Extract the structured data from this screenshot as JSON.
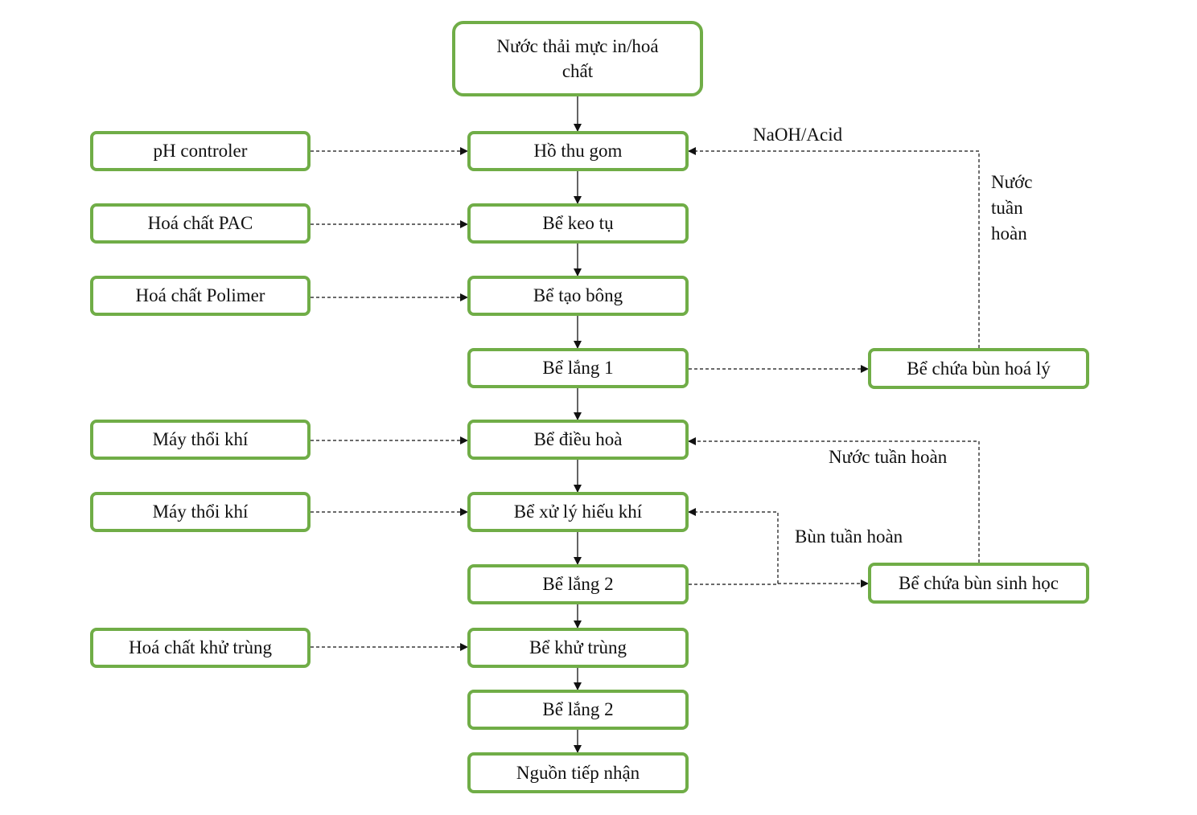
{
  "colors": {
    "box_border": "#70ad47",
    "line": "#111111"
  },
  "nodes": {
    "source": "Nước thải mực in/hoá chất",
    "collection_tank": "Hồ thu gom",
    "coagulation_tank": "Bể keo tụ",
    "flocculation_tank": "Bể tạo bông",
    "settling_tank_1": "Bể lắng 1",
    "equalization_tank": "Bể điều hoà",
    "aerobic_tank": "Bể xử lý hiếu khí",
    "settling_tank_2": "Bể lắng 2",
    "disinfection_tank": "Bể khử trùng",
    "settling_tank_2b": "Bể lắng 2",
    "receiving_source": "Nguồn tiếp nhận",
    "ph_controller": "pH controler",
    "pac_chemical": "Hoá chất PAC",
    "polymer_chemical": "Hoá chất Polimer",
    "blower_1": "Máy thổi khí",
    "blower_2": "Máy thổi khí",
    "disinfectant": "Hoá chất khử trùng",
    "chem_sludge_tank": "Bể chứa bùn hoá lý",
    "bio_sludge_tank": "Bể chứa bùn sinh học"
  },
  "labels": {
    "naoh_acid": "NaOH/Acid",
    "recycled_water_1": "Nước\ntuần\nhoàn",
    "recycled_water_2": "Nước tuần hoàn",
    "recycled_sludge": "Bùn tuần hoàn"
  }
}
